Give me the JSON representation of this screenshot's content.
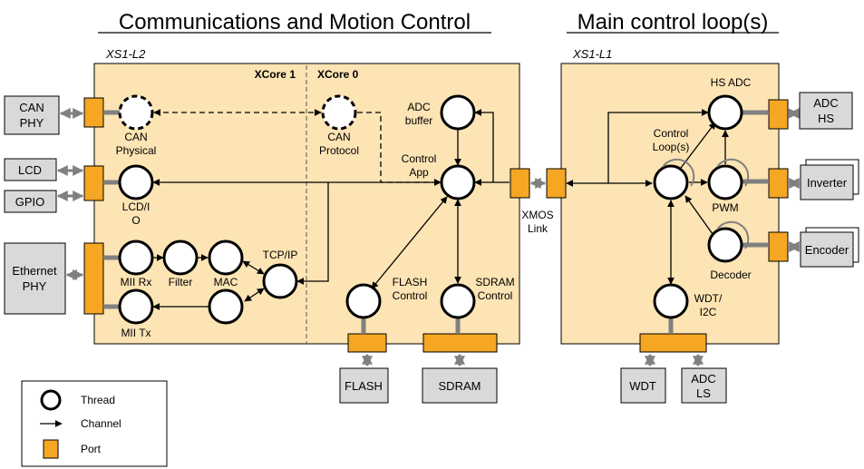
{
  "titles": {
    "left": "Communications and Motion Control",
    "right": "Main control loop(s)"
  },
  "chips": {
    "left_name": "XS1-L2",
    "right_name": "XS1-L1",
    "core1": "XCore 1",
    "core0": "XCore 0"
  },
  "external": {
    "can_phy": [
      "CAN",
      "PHY"
    ],
    "lcd": "LCD",
    "gpio": "GPIO",
    "ethernet_phy": [
      "Ethernet",
      "PHY"
    ],
    "flash": "FLASH",
    "sdram": "SDRAM",
    "adc_hs": [
      "ADC",
      "HS"
    ],
    "inverter": "Inverter",
    "encoder": "Encoder",
    "wdt": "WDT",
    "adc_ls": [
      "ADC",
      "LS"
    ]
  },
  "threads": {
    "can_physical": [
      "CAN",
      "Physical"
    ],
    "can_protocol": [
      "CAN",
      "Protocol"
    ],
    "lcd_io": [
      "LCD/I",
      "O"
    ],
    "adc_buffer": [
      "ADC",
      "buffer"
    ],
    "control_app": [
      "Control",
      "App"
    ],
    "mii_rx": "MII Rx",
    "filter": "Filter",
    "mac": "MAC",
    "tcp_ip": "TCP/IP",
    "mii_tx": "MII Tx",
    "flash_control": [
      "FLASH",
      "Control"
    ],
    "sdram_control": [
      "SDRAM",
      "Control"
    ],
    "xmos_link": [
      "XMOS",
      "Link"
    ],
    "hs_adc": "HS ADC",
    "control_loops": [
      "Control",
      "Loop(s)"
    ],
    "pwm": "PWM",
    "decoder": "Decoder",
    "wdt_i2c": [
      "WDT/",
      "I2C"
    ]
  },
  "legend": {
    "thread": "Thread",
    "channel": "Channel",
    "port": "Port"
  },
  "colors": {
    "chip_fill": "#fde4b4",
    "port": "#f5a623",
    "ext_box": "#d9d9d9",
    "link_arrow": "#808080"
  }
}
